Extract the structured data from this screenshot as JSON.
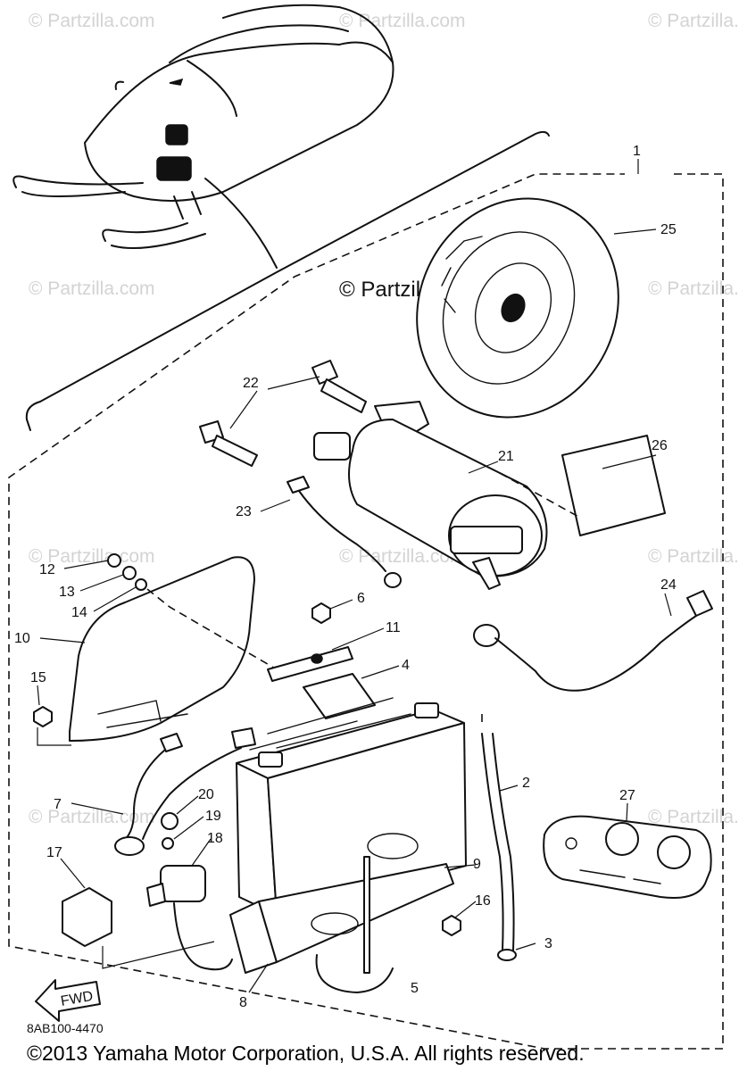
{
  "watermark": {
    "text": "© Partzilla.com",
    "center_text": "© Partzilla.com"
  },
  "diagram": {
    "code": "8AB100-4470",
    "fwd_label": "FWD",
    "callouts": [
      "1",
      "2",
      "3",
      "4",
      "5",
      "6",
      "7",
      "8",
      "9",
      "10",
      "11",
      "12",
      "13",
      "14",
      "15",
      "16",
      "17",
      "18",
      "19",
      "20",
      "21",
      "22",
      "23",
      "24",
      "25",
      "26",
      "27"
    ]
  },
  "footer": {
    "copyright": "©2013 Yamaha Motor Corporation, U.S.A. All rights reserved."
  }
}
